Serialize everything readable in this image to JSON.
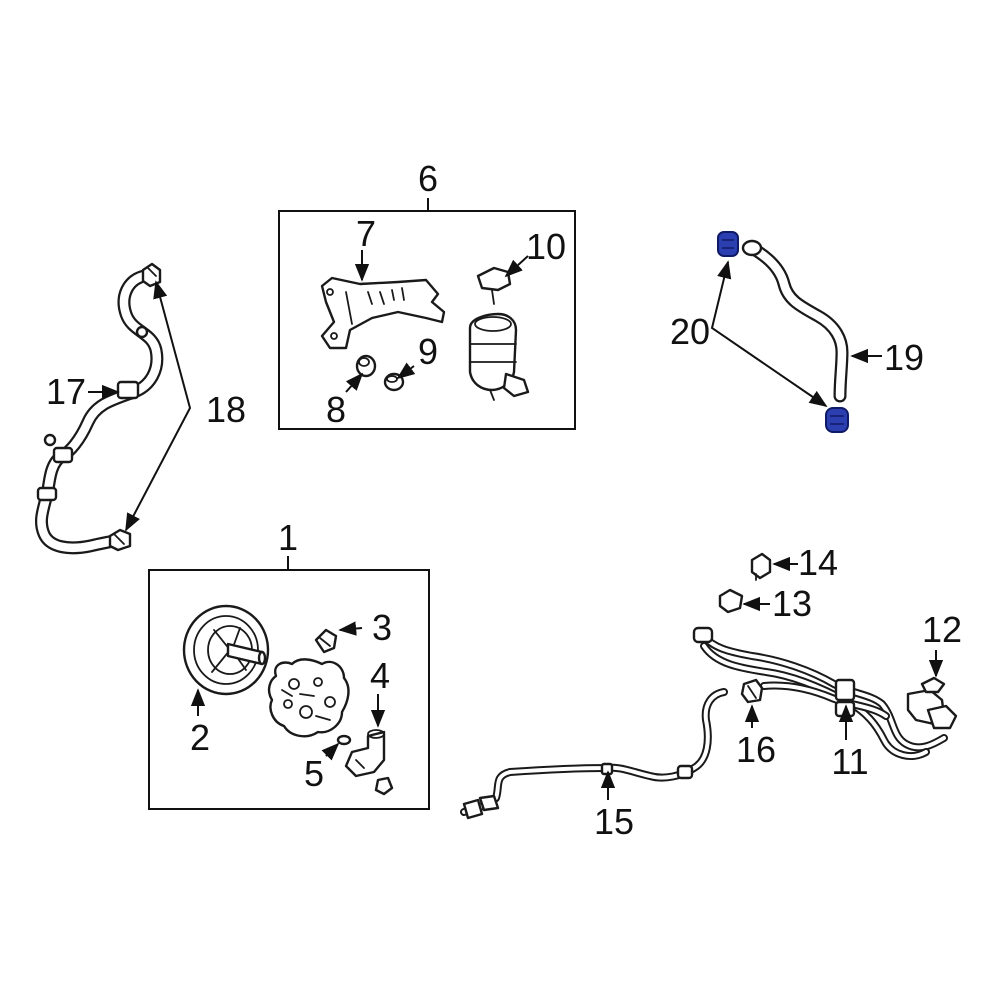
{
  "diagram": {
    "highlight_color": "#2b3fb0",
    "callouts": {
      "c1": "1",
      "c2": "2",
      "c3": "3",
      "c4": "4",
      "c5": "5",
      "c6": "6",
      "c7": "7",
      "c8": "8",
      "c9": "9",
      "c10": "10",
      "c11": "11",
      "c12": "12",
      "c13": "13",
      "c14": "14",
      "c15": "15",
      "c16": "16",
      "c17": "17",
      "c18": "18",
      "c19": "19",
      "c20": "20"
    }
  }
}
